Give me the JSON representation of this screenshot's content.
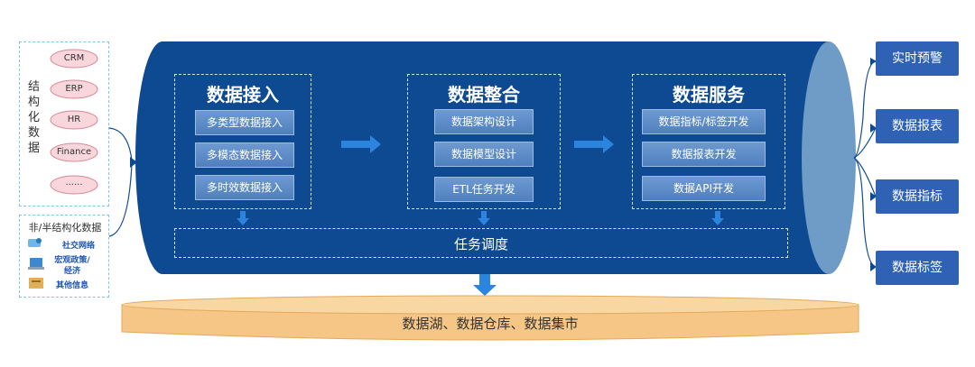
{
  "structured": {
    "label": "结构化数据",
    "sources": [
      "CRM",
      "ERP",
      "HR",
      "Finance",
      "......"
    ]
  },
  "unstructured": {
    "label": "非/半结构化数据",
    "items": [
      "社交网络",
      "宏观政策/经济",
      "其他信息"
    ]
  },
  "sections": [
    {
      "title": "数据接入",
      "items": [
        "多类型数据接入",
        "多模态数据接入",
        "多时效数据接入"
      ]
    },
    {
      "title": "数据整合",
      "items": [
        "数据架构设计",
        "数据模型设计",
        "ETL任务开发"
      ]
    },
    {
      "title": "数据服务",
      "items": [
        "数据指标/标签开发",
        "数据报表开发",
        "数据API开发"
      ]
    }
  ],
  "scheduler": "任务调度",
  "storage": "数据湖、数据仓库、数据集市",
  "outputs": [
    "实时预警",
    "数据报表",
    "数据指标",
    "数据标签"
  ],
  "colors": {
    "cylinder": "#0e4a92",
    "cylinder_end": "#6f9cc6",
    "sub_box": "#5a88c6",
    "output_box": "#2f62b5",
    "storage": "#f5c685",
    "arrow": "#2b84dd"
  }
}
